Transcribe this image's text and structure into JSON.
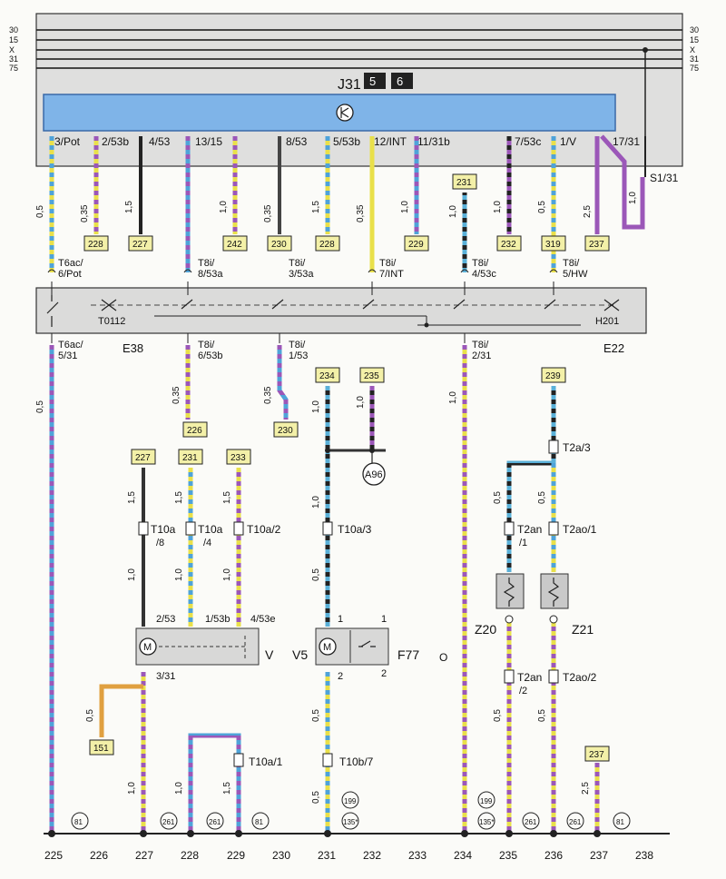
{
  "bus": [
    "30",
    "15",
    "X",
    "31",
    "75"
  ],
  "module": {
    "name": "J31",
    "badges": [
      "5",
      "6"
    ]
  },
  "pins": [
    "3/Pot",
    "2/53b",
    "4/53",
    "13/15",
    "8/53",
    "5/53b",
    "12/INT",
    "11/31b",
    "7/53c",
    "1/V",
    "17/31"
  ],
  "ground_point": "S1/31",
  "gauges": {
    "g1": "0,5",
    "g2": "0,35",
    "g3": "1,5",
    "g4": "1,0",
    "g5": "0,35",
    "g6": "1,5",
    "g7": "0,35",
    "g8": "1,0",
    "g9": "1,0",
    "g10": "1,0",
    "g11": "0,5",
    "g12": "2,5",
    "g13": "1,0",
    "g14": "0,5",
    "g15": "0,35",
    "g16": "0,35",
    "g17": "1,0",
    "g18": "1,0",
    "g19": "1,0",
    "g20": "1,5",
    "g21": "1,5",
    "g22": "1,5",
    "g23": "1,0",
    "g24": "1,0",
    "g25": "1,0",
    "g26": "1,0",
    "g27": "0,5",
    "g28": "0,5",
    "g29": "0,5",
    "g30": "0,5",
    "g31": "0,5",
    "g32": "0,5",
    "g33": "1,0",
    "g34": "1,0",
    "g35": "1,5",
    "g36": "0,5",
    "g37": "0,5",
    "g38": "2,5"
  },
  "boxes": {
    "b1": "228",
    "b2": "227",
    "b3": "242",
    "b4": "230",
    "b5": "228",
    "b6": "229",
    "b7": "231",
    "b8": "232",
    "b9": "319",
    "b10": "237",
    "b11": "226",
    "b12": "230",
    "b13": "234",
    "b14": "235",
    "b15": "239",
    "b16": "227",
    "b17": "231",
    "b18": "233",
    "b19": "151",
    "b20": "237"
  },
  "connectors": {
    "c1": "T6ac/",
    "c1b": "6/Pot",
    "c2": "T8i/",
    "c2b": "8/53a",
    "c3": "T8i/",
    "c3b": "3/53a",
    "c4": "T8i/",
    "c4b": "7/INT",
    "c5": "T8i/",
    "c5b": "4/53c",
    "c6": "T8i/",
    "c6b": "5/HW",
    "c7": "T6ac/",
    "c7b": "5/31",
    "c8": "T8i/",
    "c8b": "6/53b",
    "c9": "T8i/",
    "c9b": "1/53",
    "c10": "T8i/",
    "c10b": "2/31",
    "t1": "T10a",
    "t1b": "/8",
    "t2": "T10a",
    "t2b": "/4",
    "t3": "T10a/2",
    "t4": "T10a/3",
    "t5": "T2a/3",
    "t6": "T2an",
    "t6b": "/1",
    "t7": "T2ao/1",
    "t8": "T2an",
    "t8b": "/2",
    "t9": "T2ao/2",
    "t10": "T10a/1",
    "t11": "T10b/7"
  },
  "switch_unit": {
    "left": "T0112",
    "right": "H201"
  },
  "components": {
    "e38": "E38",
    "e22": "E22",
    "a96": "A96",
    "v": "V",
    "v5": "V5",
    "f77": "F77",
    "z20": "Z20",
    "z21": "Z21",
    "motor_symbol": "M",
    "o_mark": "O"
  },
  "motor_pins": {
    "p1": "2/53",
    "p2": "1/53b",
    "p3": "4/53e",
    "p4": "3/31",
    "v5a": "1",
    "v5b": "2",
    "f1": "1",
    "f2": "2"
  },
  "refs": [
    "81",
    "261",
    "261",
    "81",
    "199",
    "135*",
    "199",
    "135*",
    "261",
    "261",
    "81"
  ],
  "columns": [
    "225",
    "226",
    "227",
    "228",
    "229",
    "230",
    "231",
    "232",
    "233",
    "234",
    "235",
    "236",
    "237",
    "238"
  ]
}
